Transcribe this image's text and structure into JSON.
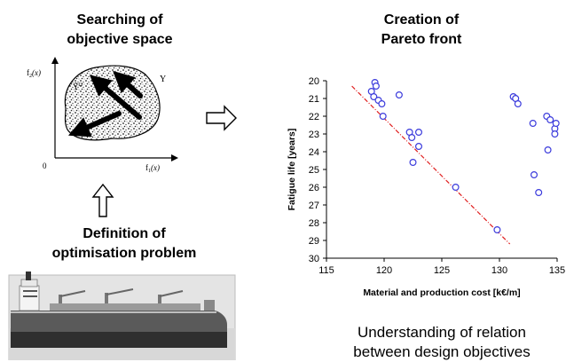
{
  "left_panel": {
    "search_title": [
      "Searching of",
      "objective space"
    ],
    "definition_title": [
      "Definition of",
      "optimisation problem"
    ],
    "sketch": {
      "y_axis_label": "f",
      "y_axis_label_sub": "2",
      "y_axis_label_arg": "(x)",
      "x_axis_label": "f",
      "x_axis_label_sub": "1",
      "x_axis_label_arg": "(x)",
      "origin_label": "0",
      "region_label": "Y",
      "pareto_symbol": "Ŷ",
      "pareto_symbol_sup": "Ω"
    }
  },
  "right_panel": {
    "pareto_title": [
      "Creation of",
      "Pareto front"
    ],
    "caption": [
      "Understanding of relation",
      "between design objectives"
    ]
  },
  "colors": {
    "marker": "#3b3bdc",
    "trend_line": "#e02020",
    "shading": "#333333"
  },
  "chart_data": {
    "type": "scatter",
    "xlabel": "Material and production cost [k€/m]",
    "ylabel": "Fatigue life [years]",
    "xlim": [
      115,
      135
    ],
    "ylim": [
      30,
      20
    ],
    "y_inverted": true,
    "x_ticks": [
      115,
      120,
      125,
      130,
      135
    ],
    "x_tick_labels": [
      "115",
      "120",
      "125",
      "130",
      "135"
    ],
    "y_ticks": [
      20,
      21,
      22,
      23,
      24,
      25,
      26,
      27,
      28,
      29,
      30
    ],
    "y_tick_labels": [
      "20",
      "21",
      "22",
      "23",
      "24",
      "25",
      "26",
      "27",
      "28",
      "29",
      "30"
    ],
    "series": [
      {
        "points": [
          [
            119.2,
            20.1
          ],
          [
            119.3,
            20.3
          ],
          [
            118.9,
            20.6
          ],
          [
            119.1,
            20.9
          ],
          [
            119.5,
            21.1
          ],
          [
            119.8,
            21.3
          ],
          [
            119.9,
            22.0
          ],
          [
            121.3,
            20.8
          ],
          [
            122.2,
            22.9
          ],
          [
            122.4,
            23.2
          ],
          [
            123.0,
            22.9
          ],
          [
            123.0,
            23.7
          ],
          [
            122.5,
            24.6
          ],
          [
            126.2,
            26.0
          ],
          [
            129.8,
            28.4
          ],
          [
            131.2,
            20.9
          ],
          [
            131.4,
            21.0
          ],
          [
            131.6,
            21.3
          ],
          [
            132.9,
            22.4
          ],
          [
            133.0,
            25.3
          ],
          [
            133.4,
            26.3
          ],
          [
            134.1,
            22.0
          ],
          [
            134.4,
            22.2
          ],
          [
            134.2,
            23.9
          ],
          [
            134.8,
            22.7
          ],
          [
            134.9,
            22.4
          ],
          [
            134.8,
            23.0
          ]
        ]
      }
    ],
    "trend_line": [
      [
        117.2,
        20.3
      ],
      [
        130.9,
        29.2
      ]
    ],
    "grid": false,
    "legend": "none"
  }
}
